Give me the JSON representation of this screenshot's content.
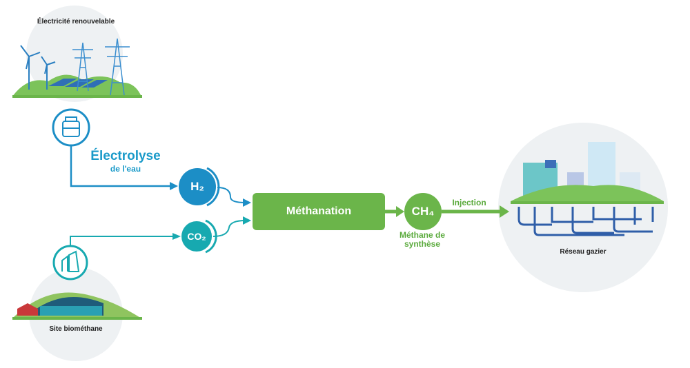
{
  "sources": {
    "electricity": "Électricité renouvelable",
    "biomethane_site": "Site biométhane"
  },
  "process": {
    "electrolysis_title": "Électrolyse",
    "electrolysis_subtitle": "de l'eau",
    "h2": "H₂",
    "co2": "CO₂",
    "methanation": "Méthanation",
    "ch4": "CH₄",
    "synthetic_methane": "Méthane de synthèse",
    "injection": "Injection"
  },
  "destination": {
    "gas_network": "Réseau gazier"
  },
  "colors": {
    "blue": "#1c8ec6",
    "teal": "#17a9b0",
    "green": "#6bb54a"
  }
}
